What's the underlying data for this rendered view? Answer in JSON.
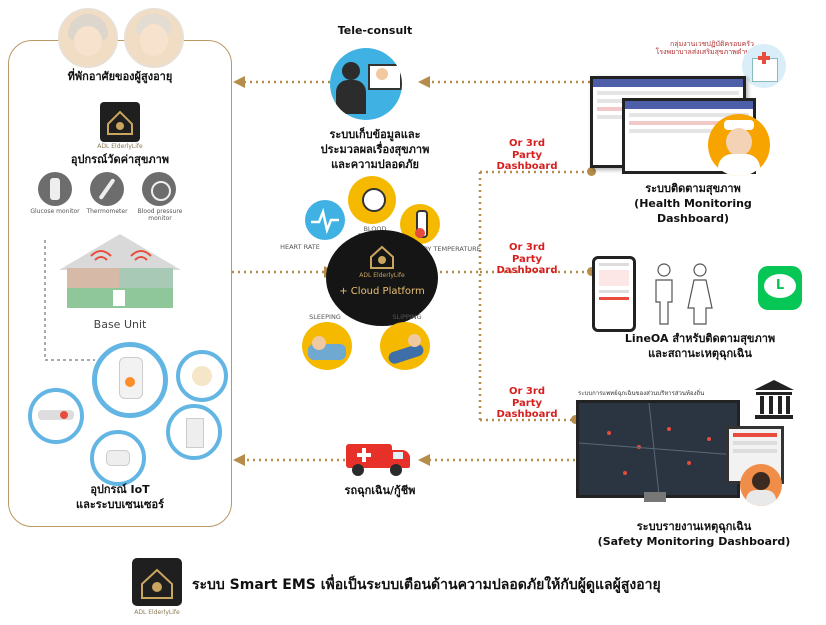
{
  "left_panel": {
    "title": "ที่พักอาศัยของผู้สูงอายุ",
    "brand_small": "ADL ElderlyLife",
    "health_devices_title": "อุปกรณ์วัดค่าสุขภาพ",
    "devices": [
      "Glucose monitor",
      "Thermometer",
      "Blood pressure monitor"
    ],
    "base_unit_label": "Base Unit",
    "iot_title": "อุปกรณ์ IoT\nและระบบเซนเซอร์"
  },
  "teleconsult": {
    "title": "Tele-consult"
  },
  "center": {
    "caption": "ระบบเก็บข้อมูลและ\nประมวลผลเรื่องสุขภาพ\nและความปลอดภัย",
    "metrics": [
      "HEART RATE",
      "BLOOD PRESSURE",
      "BODY TEMPERATURE",
      "SLEEPING",
      "SLIPPING"
    ],
    "hub_brand": "ADL ElderlyLife",
    "hub_label": "+ Cloud Platform"
  },
  "ambulance": {
    "label": "รถฉุกเฉิน/กู้ชีพ"
  },
  "third_party": {
    "label": "Or 3rd Party\nDashboard"
  },
  "health_monitoring": {
    "header": "กลุ่มงานเวชปฏิบัติครอบครัว\nโรงพยาบาลส่งเสริมสุขภาพตำบล",
    "caption": "ระบบติดตามสุขภาพ\n(Health Monitoring Dashboard)"
  },
  "line_oa": {
    "caption": "LineOA สำหรับติดตามสุขภาพ\nและสถานะเหตุฉุกเฉิน",
    "logo_letter": "L"
  },
  "safety": {
    "header": "ระบบการแพทย์ฉุกเฉินของส่วนบริหารส่วนท้องถิ่น",
    "caption": "ระบบรายงานเหตุฉุกเฉิน\n(Safety Monitoring Dashboard)"
  },
  "footer": {
    "text": "ระบบ Smart EMS เพื่อเป็นระบบเตือนด้านความปลอดภัยให้กับผู้ดูแลผู้สูงอายุ",
    "logo_text": "ADL ElderlyLife"
  },
  "colors": {
    "gold": "#b58c4a",
    "red": "#d62020",
    "dark": "#1f1f1f",
    "line_green": "#06c755",
    "ambulance": "#e8302a"
  }
}
